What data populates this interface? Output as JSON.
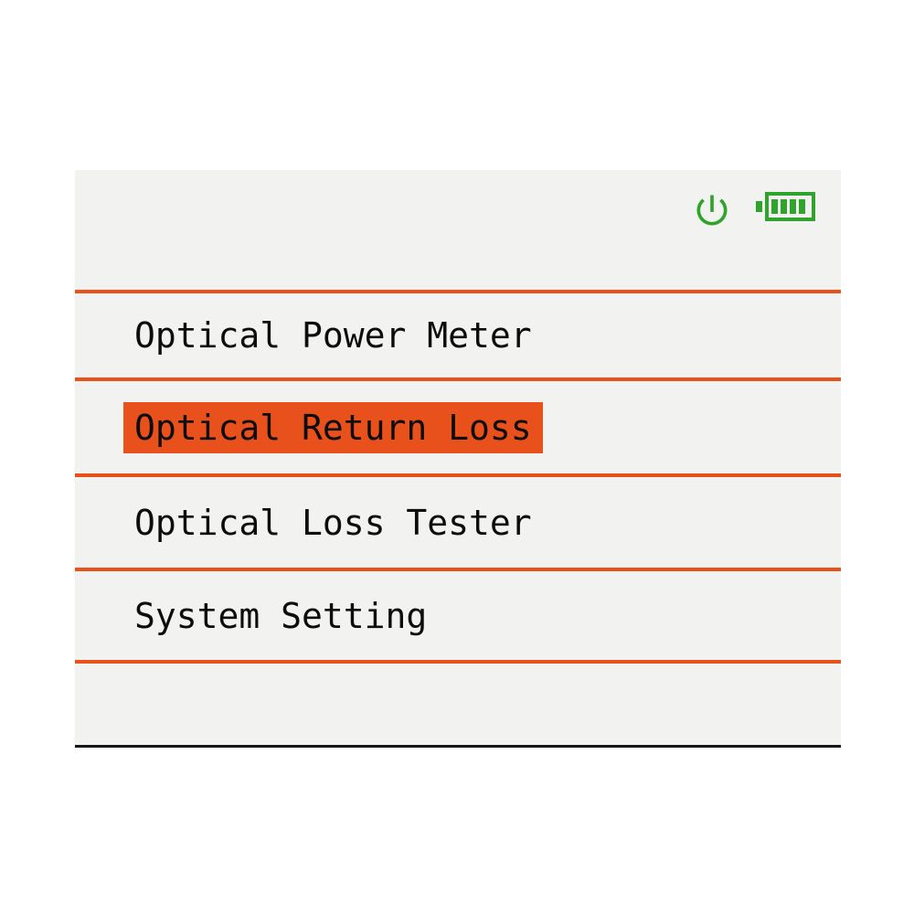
{
  "status_bar": {
    "power_icon": "power-icon",
    "battery_icon": "battery-icon",
    "battery_level": "full"
  },
  "menu": {
    "items": [
      {
        "label": "Optical Power Meter",
        "selected": false
      },
      {
        "label": "Optical Return Loss",
        "selected": true
      },
      {
        "label": "Optical Loss Tester",
        "selected": false
      },
      {
        "label": "System Setting",
        "selected": false
      }
    ]
  },
  "colors": {
    "accent_orange": "#e8511c",
    "icon_green": "#2fa32b",
    "text": "#0d0d0d",
    "screen_background": "#f2f2f0",
    "bottom_rule": "#161616"
  }
}
